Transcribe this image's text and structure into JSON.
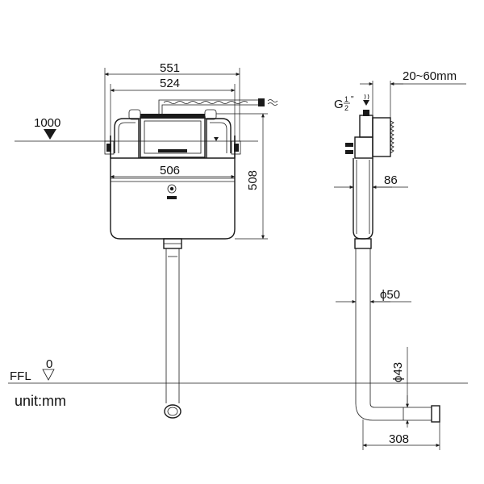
{
  "diagram": {
    "dimensions": {
      "overall_width": "551",
      "inner_width": "524",
      "tank_width": "506",
      "tank_height": "508",
      "wall_offset": "20~60mm",
      "depth": "86",
      "pipe_diameter_50": "ϕ50",
      "pipe_diameter_43": "ϕ43",
      "outlet_length": "308"
    },
    "inlet_label": {
      "main": "G",
      "num": "1",
      "den": "2",
      "unit": "\""
    },
    "install_height": "1000",
    "floor_level": {
      "label": "FFL",
      "value": "0"
    },
    "unit_note": "unit:mm",
    "colors": {
      "line": "#1a1a1a",
      "background": "#ffffff"
    }
  }
}
